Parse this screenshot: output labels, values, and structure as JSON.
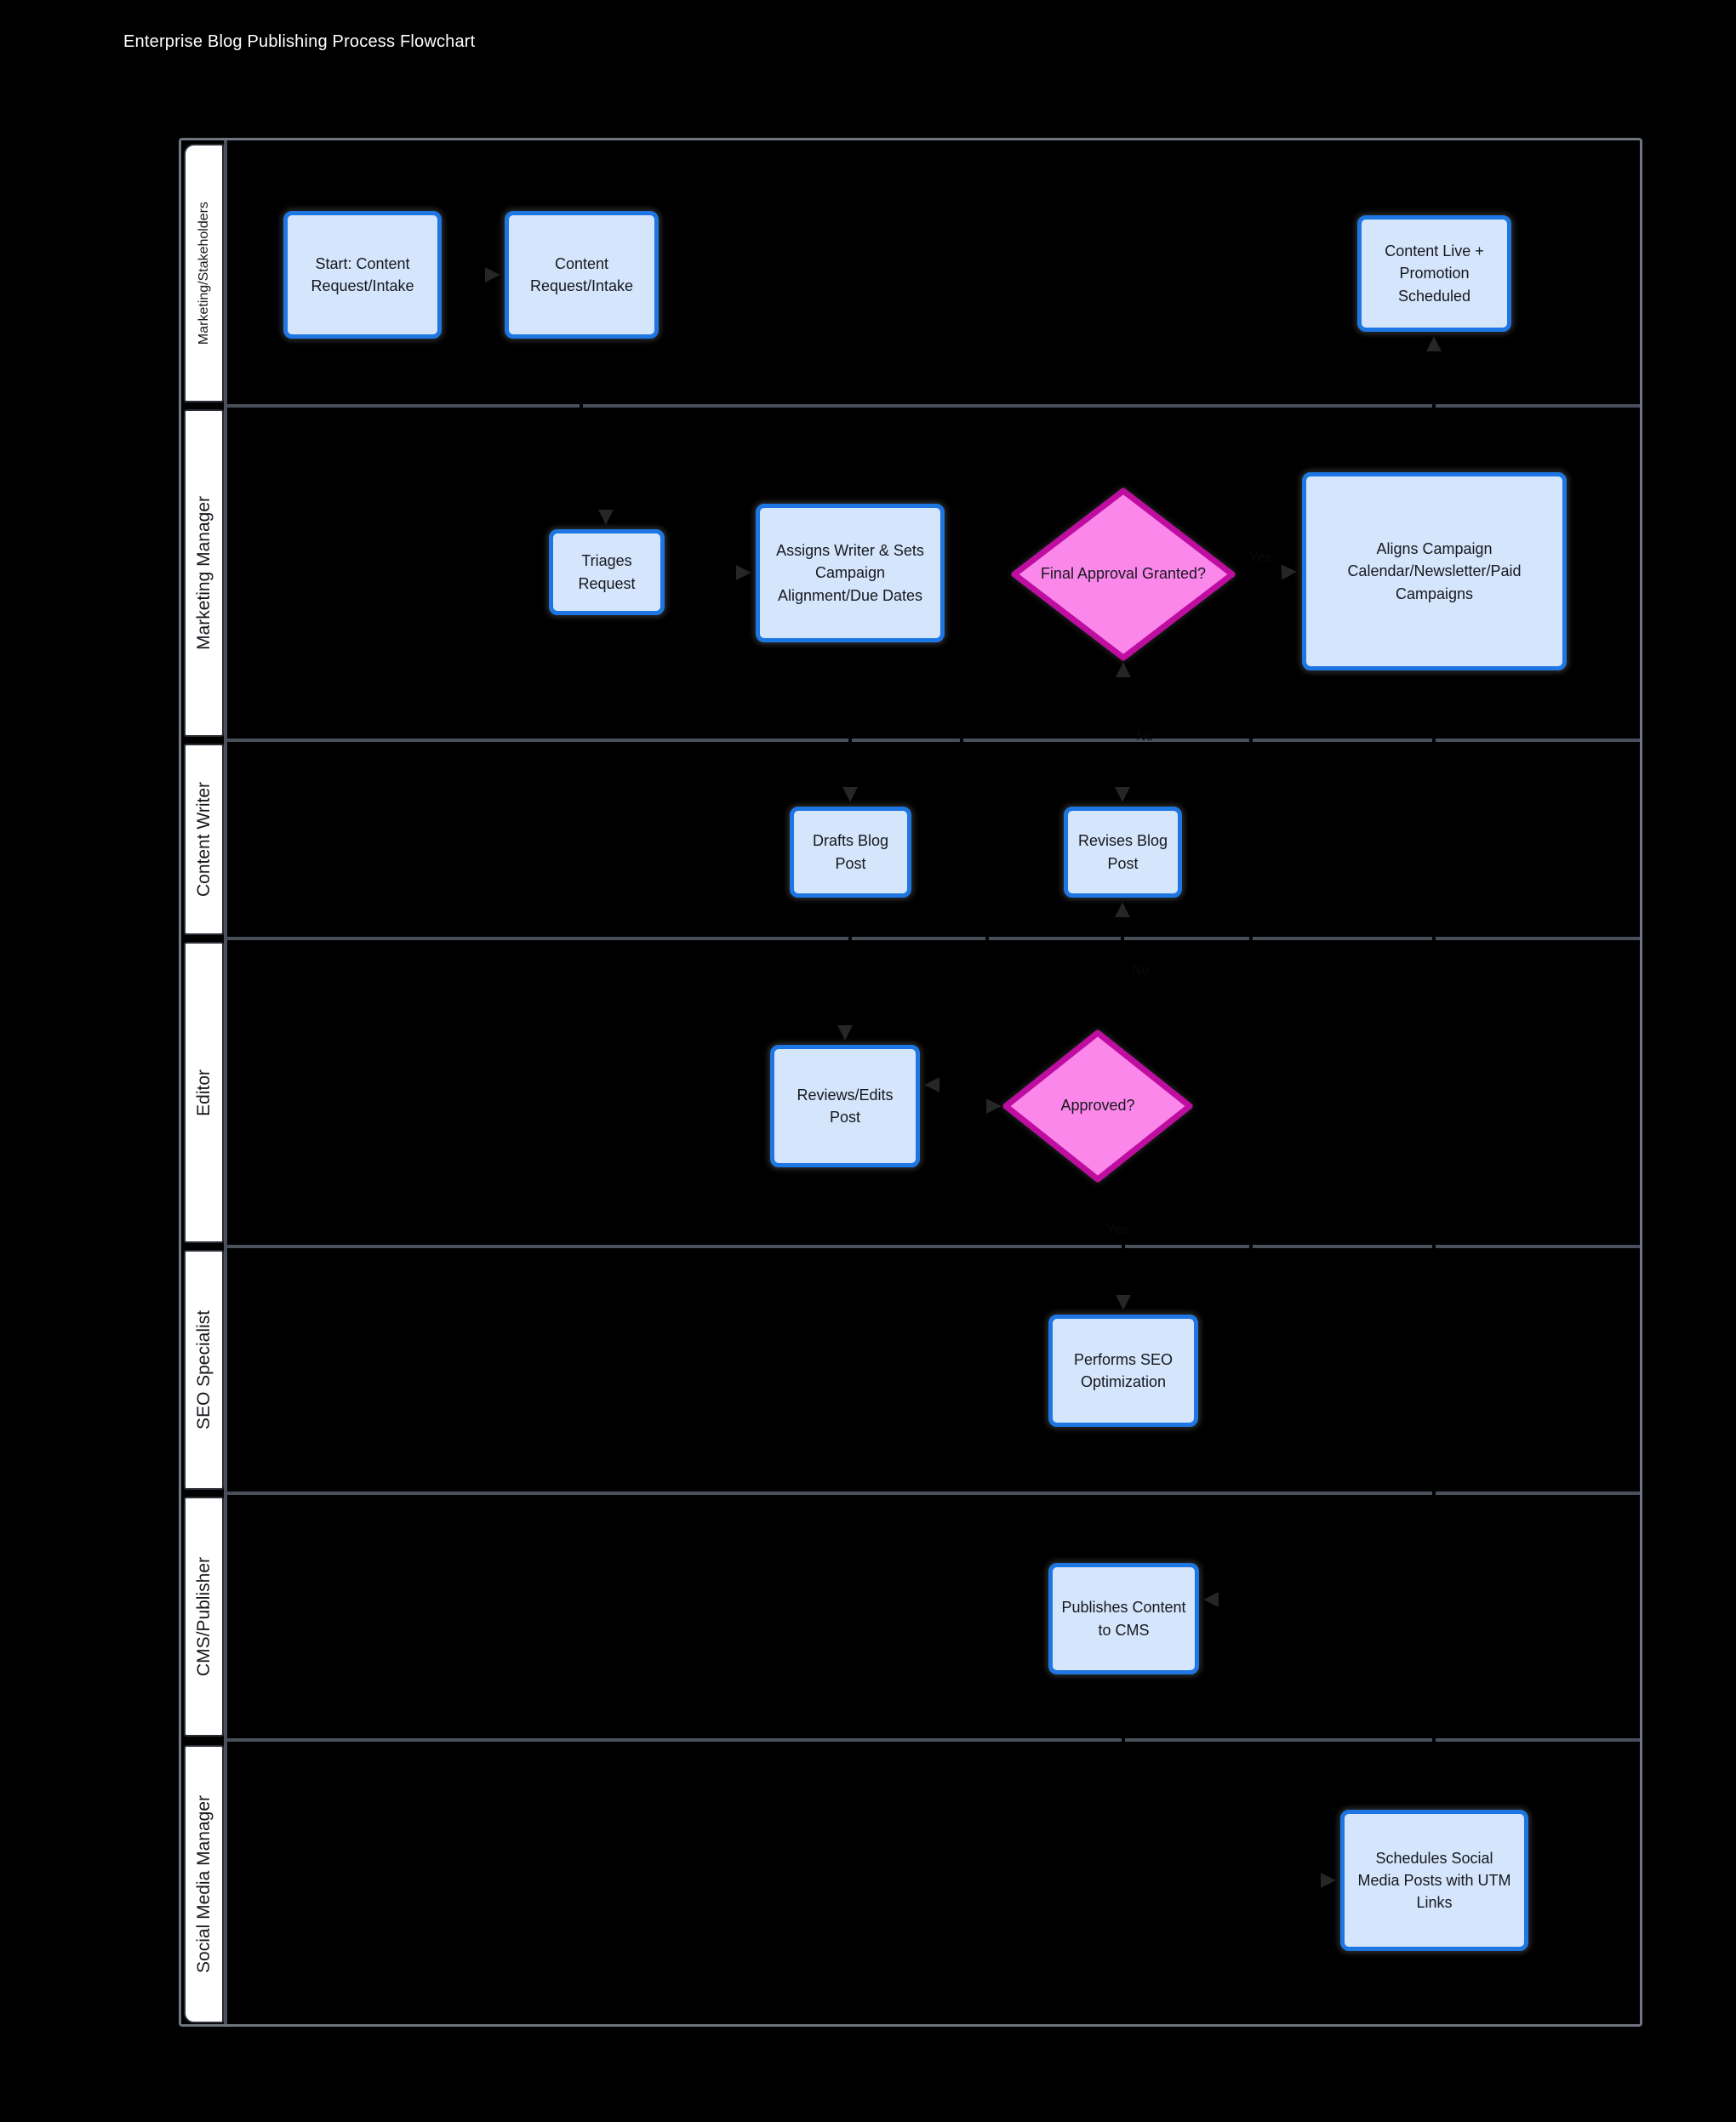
{
  "title": "Enterprise Blog Publishing Process Flowchart",
  "diagram": {
    "type": "swimlane-flowchart",
    "lanes": [
      {
        "label": "Marketing/Stakeholders"
      },
      {
        "label": "Marketing Manager"
      },
      {
        "label": "Content Writer"
      },
      {
        "label": "Editor"
      },
      {
        "label": "SEO Specialist"
      },
      {
        "label": "CMS/Publisher"
      },
      {
        "label": "Social Media Manager"
      }
    ],
    "nodes": [
      {
        "id": "start",
        "lane": "Marketing/Stakeholders",
        "type": "process",
        "label": "Start: Content Request/Intake"
      },
      {
        "id": "intake",
        "lane": "Marketing/Stakeholders",
        "type": "process",
        "label": "Content Request/Intake"
      },
      {
        "id": "live",
        "lane": "Marketing/Stakeholders",
        "type": "process",
        "label": "Content Live + Promotion Scheduled"
      },
      {
        "id": "triage",
        "lane": "Marketing Manager",
        "type": "process",
        "label": "Triages Request"
      },
      {
        "id": "assign",
        "lane": "Marketing Manager",
        "type": "process",
        "label": "Assigns Writer & Sets Campaign Alignment/Due Dates"
      },
      {
        "id": "final_approval",
        "lane": "Marketing Manager",
        "type": "decision",
        "label": "Final Approval Granted?"
      },
      {
        "id": "align_campaign",
        "lane": "Marketing Manager",
        "type": "process",
        "label": "Aligns Campaign Calendar/Newsletter/Paid Campaigns"
      },
      {
        "id": "draft",
        "lane": "Content Writer",
        "type": "process",
        "label": "Drafts Blog Post"
      },
      {
        "id": "revise",
        "lane": "Content Writer",
        "type": "process",
        "label": "Revises Blog Post"
      },
      {
        "id": "review",
        "lane": "Editor",
        "type": "process",
        "label": "Reviews/Edits Post"
      },
      {
        "id": "approved",
        "lane": "Editor",
        "type": "decision",
        "label": "Approved?"
      },
      {
        "id": "seo",
        "lane": "SEO Specialist",
        "type": "process",
        "label": "Performs SEO Optimization"
      },
      {
        "id": "publish",
        "lane": "CMS/Publisher",
        "type": "process",
        "label": "Publishes Content to CMS"
      },
      {
        "id": "social",
        "lane": "Social Media Manager",
        "type": "process",
        "label": "Schedules Social Media Posts with UTM Links"
      }
    ],
    "edges": [
      {
        "from": "start",
        "to": "intake",
        "label": ""
      },
      {
        "from": "intake",
        "to": "triage",
        "label": ""
      },
      {
        "from": "triage",
        "to": "assign",
        "label": ""
      },
      {
        "from": "assign",
        "to": "draft",
        "label": ""
      },
      {
        "from": "draft",
        "to": "review",
        "label": ""
      },
      {
        "from": "review",
        "to": "approved",
        "label": ""
      },
      {
        "from": "approved",
        "to": "revise",
        "label": "No"
      },
      {
        "from": "revise",
        "to": "review",
        "label": ""
      },
      {
        "from": "approved",
        "to": "seo",
        "label": "Yes"
      },
      {
        "from": "seo",
        "to": "final_approval",
        "label": ""
      },
      {
        "from": "final_approval",
        "to": "revise",
        "label": "No"
      },
      {
        "from": "final_approval",
        "to": "align_campaign",
        "label": "Yes"
      },
      {
        "from": "align_campaign",
        "to": "publish",
        "label": ""
      },
      {
        "from": "publish",
        "to": "social",
        "label": ""
      },
      {
        "from": "social",
        "to": "live",
        "label": ""
      }
    ],
    "colors": {
      "background": "#000000",
      "title_text": "#ffffff",
      "node_fill": "#d4e5fc",
      "node_border": "#1d76e2",
      "decision_fill": "#fa87e9",
      "decision_border": "#be10a0",
      "node_text": "#16181d",
      "lane_label_bg": "#ffffff",
      "lane_label_text": "#16181d",
      "lane_line": "#49505c",
      "frame_border": "#6f7580",
      "edge_color": "#000000"
    }
  }
}
